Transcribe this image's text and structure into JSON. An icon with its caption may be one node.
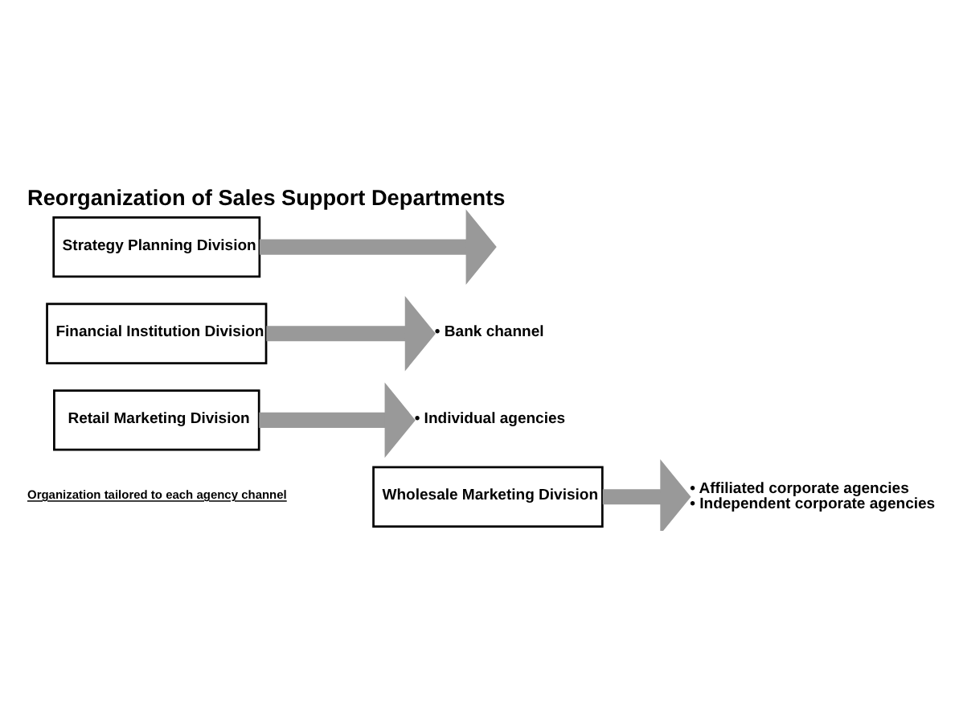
{
  "diagram": {
    "title": "Reorganization of Sales Support Departments",
    "nodes": [
      {
        "text": [
          "Wholesale Marketing Division"
        ]
      },
      {
        "text": [
          "• Affiliated corporate agencies",
          "• Independent corporate agencies"
        ]
      },
      {
        "text": [
          "Retail Marketing Division"
        ]
      },
      {
        "text": [
          "• Individual agencies"
        ]
      },
      {
        "text": [
          "Financial Institution Division"
        ]
      },
      {
        "text": [
          "• Bank channel"
        ]
      },
      {
        "text": [
          "Strategy Planning Division"
        ]
      }
    ],
    "edges": [
      {
        "from": 0,
        "to": 1,
        "arrow": "to"
      },
      {
        "from": 2,
        "to": 3,
        "arrow": "to"
      },
      {
        "from": 4,
        "to": 5,
        "arrow": "to"
      },
      {
        "from": 6,
        "to": null,
        "arrow": "to"
      }
    ],
    "labels": [
      "Organization tailored to each agency channel"
    ]
  }
}
